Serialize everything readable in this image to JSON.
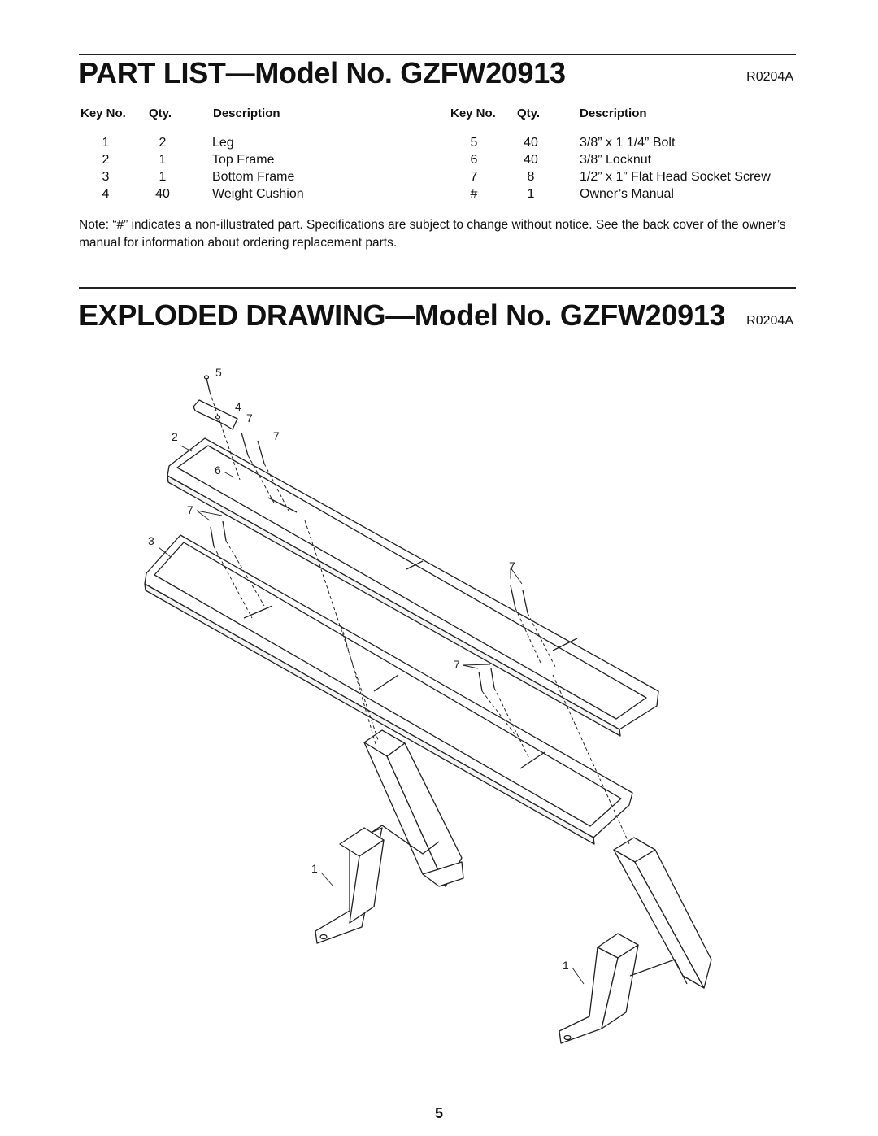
{
  "parts": {
    "title": "PART LIST—Model No. GZFW20913",
    "code": "R0204A",
    "headers": {
      "key": "Key No.",
      "qty": "Qty.",
      "desc": "Description"
    },
    "rows": [
      {
        "key": "1",
        "qty": "2",
        "desc": "Leg"
      },
      {
        "key": "2",
        "qty": "1",
        "desc": "Top Frame"
      },
      {
        "key": "3",
        "qty": "1",
        "desc": "Bottom Frame"
      },
      {
        "key": "4",
        "qty": "40",
        "desc": "Weight Cushion"
      },
      {
        "key": "5",
        "qty": "40",
        "desc": "3/8” x 1 1/4” Bolt"
      },
      {
        "key": "6",
        "qty": "40",
        "desc": "3/8” Locknut"
      },
      {
        "key": "7",
        "qty": "8",
        "desc": "1/2” x 1” Flat Head Socket Screw"
      },
      {
        "key": "#",
        "qty": "1",
        "desc": "Owner’s Manual"
      }
    ],
    "note": "Note: “#” indicates a non-illustrated part. Specifications are subject to change without notice. See the back cover of the owner’s manual for information about ordering replacement parts."
  },
  "drawing": {
    "title": "EXPLODED DRAWING—Model No. GZFW20913",
    "code": "R0204A",
    "callouts": {
      "bolt": "5",
      "cushion": "4",
      "top_frame": "2",
      "locknut": "6",
      "screw": "7",
      "bottom_frame": "3",
      "leg": "1"
    }
  },
  "page_number": "5"
}
